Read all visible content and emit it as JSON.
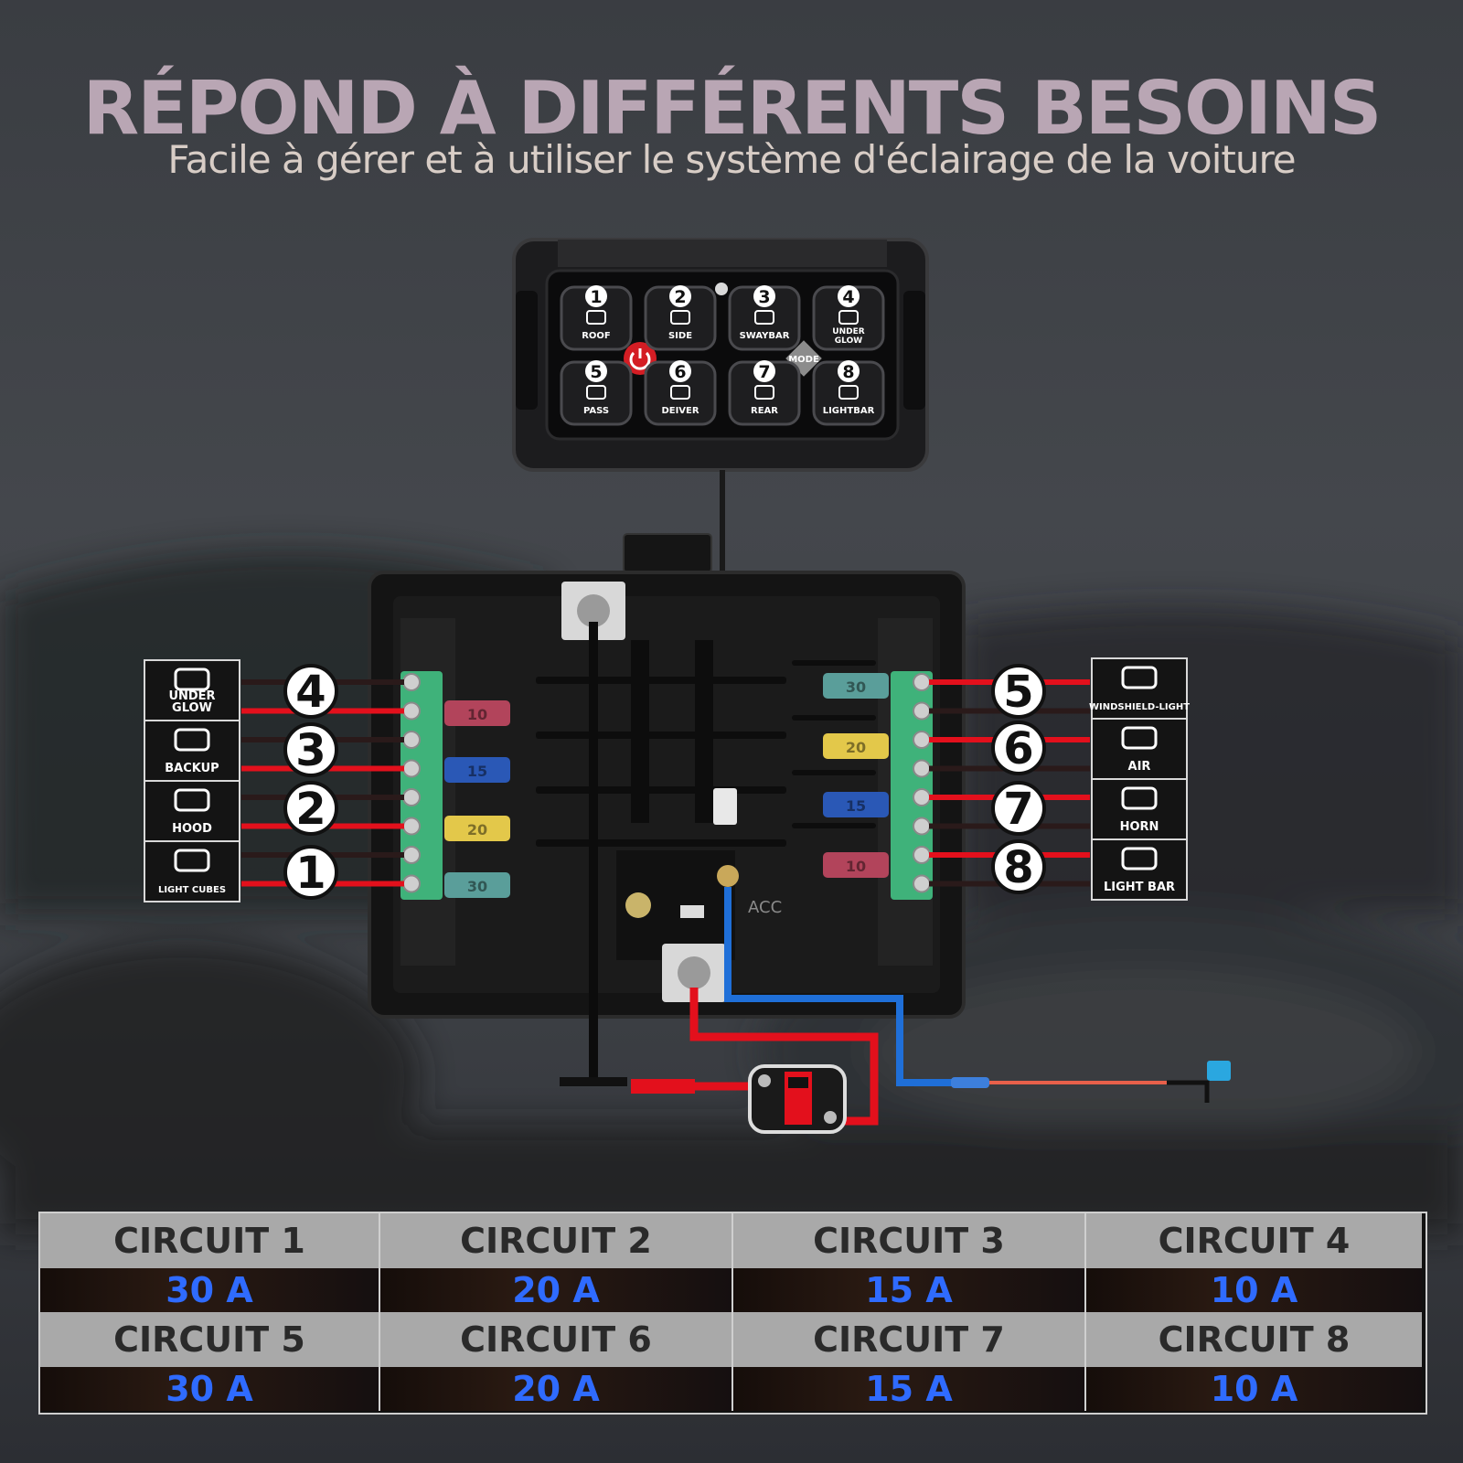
{
  "headline": "RÉPOND À DIFFÉRENTS BESOINS",
  "subline": "Facile à gérer et à utiliser le système d'éclairage de la voiture",
  "switch_panel": {
    "buttons": [
      {
        "num": "1",
        "label": "ROOF",
        "icon": "roof-light-icon"
      },
      {
        "num": "2",
        "label": "SIDE",
        "icon": "side-light-icon"
      },
      {
        "num": "3",
        "label": "SWAYBAR",
        "icon": "swaybar-icon"
      },
      {
        "num": "4",
        "label": "UNDER GLOW",
        "icon": "under-glow-icon"
      },
      {
        "num": "5",
        "label": "PASS",
        "icon": "passenger-seat-icon"
      },
      {
        "num": "6",
        "label": "DEIVER",
        "icon": "driver-seat-icon"
      },
      {
        "num": "7",
        "label": "REAR",
        "icon": "rear-light-icon"
      },
      {
        "num": "8",
        "label": "LIGHTBAR",
        "icon": "lightbar-icon"
      }
    ],
    "mode_label": "MODE",
    "power_icon": "power-icon"
  },
  "left_labels": [
    {
      "num": "4",
      "label": "UNDER GLOW",
      "icon": "under-glow-icon"
    },
    {
      "num": "3",
      "label": "BACKUP",
      "icon": "backup-light-icon"
    },
    {
      "num": "2",
      "label": "HOOD",
      "icon": "hood-light-icon"
    },
    {
      "num": "1",
      "label": "LIGHT CUBES",
      "icon": "light-cubes-icon"
    }
  ],
  "right_labels": [
    {
      "num": "5",
      "label": "WINDSHIELD-LIGHT",
      "icon": "windshield-light-icon"
    },
    {
      "num": "6",
      "label": "AIR",
      "icon": "air-icon"
    },
    {
      "num": "7",
      "label": "HORN",
      "icon": "horn-icon"
    },
    {
      "num": "8",
      "label": "LIGHT BAR",
      "icon": "light-bar-icon"
    }
  ],
  "fuses_left": [
    "10",
    "15",
    "20",
    "30"
  ],
  "fuses_right": [
    "30",
    "20",
    "15",
    "10"
  ],
  "acc_label": "ACC",
  "colors": {
    "wire_red": "#e3101c",
    "wire_blue": "#1f6fd8",
    "terminal_green": "#3fb27a",
    "value_blue": "#2f6bff",
    "header_gray": "#a9a9a9"
  },
  "table": [
    {
      "circuit": "CIRCUIT 1",
      "amps": "30 A"
    },
    {
      "circuit": "CIRCUIT 2",
      "amps": "20 A"
    },
    {
      "circuit": "CIRCUIT 3",
      "amps": "15 A"
    },
    {
      "circuit": "CIRCUIT 4",
      "amps": "10 A"
    },
    {
      "circuit": "CIRCUIT 5",
      "amps": "30 A"
    },
    {
      "circuit": "CIRCUIT 6",
      "amps": "20 A"
    },
    {
      "circuit": "CIRCUIT 7",
      "amps": "15 A"
    },
    {
      "circuit": "CIRCUIT 8",
      "amps": "10 A"
    }
  ]
}
